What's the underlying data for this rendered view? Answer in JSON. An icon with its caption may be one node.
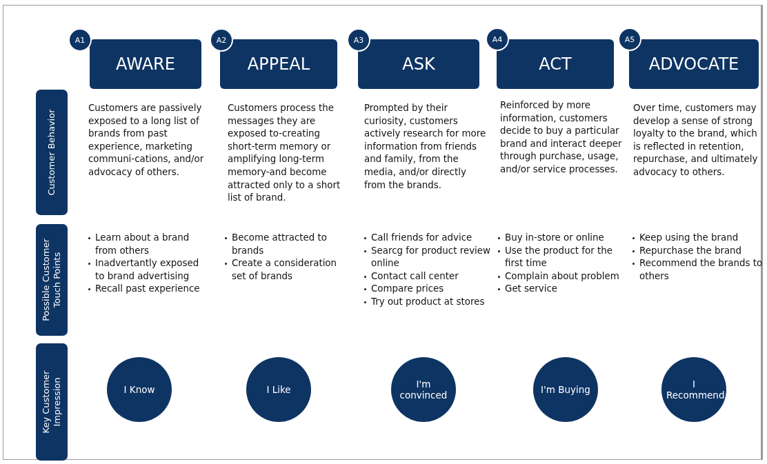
{
  "diagram": {
    "nodes": [
      {
        "text": [
          "A1"
        ]
      },
      {
        "text": [
          "AWARE"
        ]
      },
      {
        "text": [
          "A2"
        ]
      },
      {
        "text": [
          "APPEAL"
        ]
      },
      {
        "text": [
          "A3"
        ]
      },
      {
        "text": [
          "ASK"
        ]
      },
      {
        "text": [
          "A4"
        ]
      },
      {
        "text": [
          "ACT"
        ]
      },
      {
        "text": [
          "A5"
        ]
      },
      {
        "text": [
          "ADVOCATE"
        ]
      },
      {
        "text": [
          "Customer Behavior"
        ]
      },
      {
        "text": [
          "Possible Customer Touch Points"
        ]
      },
      {
        "text": [
          "Key Customer Impression"
        ]
      },
      {
        "text": [
          "I Know"
        ]
      },
      {
        "text": [
          "I Like"
        ]
      },
      {
        "text": [
          "I'm convinced"
        ]
      },
      {
        "text": [
          "I'm Buying"
        ]
      },
      {
        "text": [
          "I Recommend"
        ]
      }
    ],
    "labels": [
      "Customers are passively exposed to a long list of brands from past experience, marketing communi-cations, and/or advocacy of others.",
      "Customers process the messages they are exposed to-creating short-term memory or amplifying long-term memory-and become attracted only to a short list of brand.",
      "Prompted by their curiosity, customers actively research for more information from friends and family, from the media, and/or directly from the brands.",
      "Reinforced by more information, customers decide to buy a particular brand and interact deeper through purchase, usage, and/or service processes.",
      "Over time, customers may develop a sense of strong loyalty to the brand, which is reflected in retention, repurchase, and ultimately advocacy to others.",
      "Learn about a brand from others",
      "Inadvertantly exposed to brand advertising",
      "Recall past experience",
      "Become attracted to brands",
      "Create a consideration set of brands",
      "Call friends for advice",
      "Searcg for product review online",
      "Contact call center",
      "Compare prices",
      "Try out product at stores",
      "Buy in-store or online",
      "Use the product for the first time",
      "Complain about problem",
      "Get service",
      "Keep using the brand",
      "Repurchase the brand",
      "Recommend the brands to others"
    ]
  }
}
